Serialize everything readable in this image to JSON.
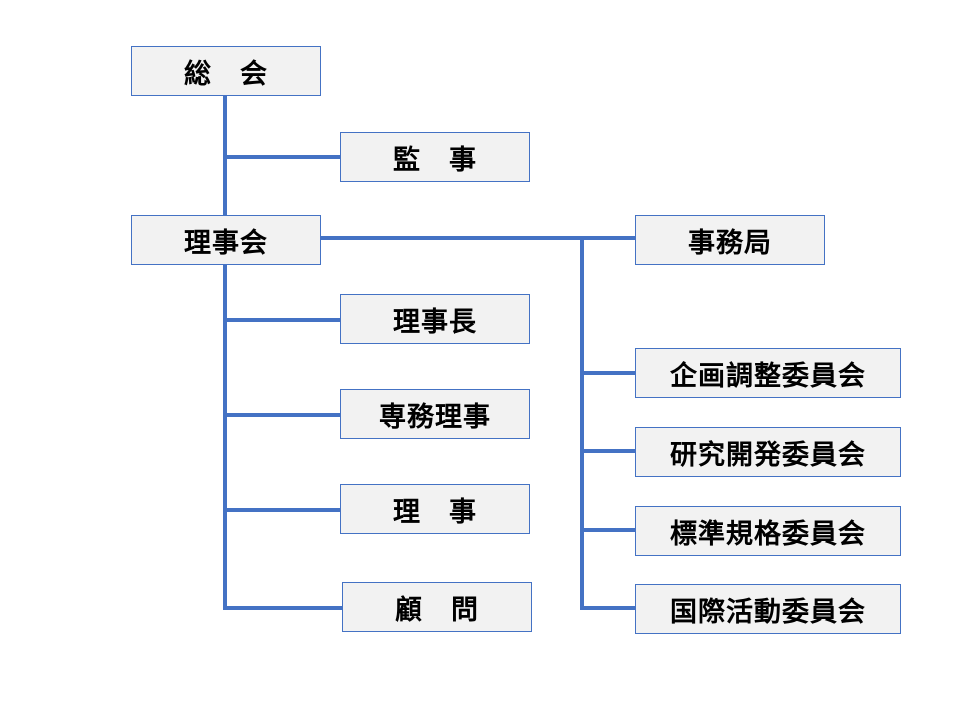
{
  "colors": {
    "line": "#4472c4",
    "box_fill": "#f2f2f2",
    "box_border": "#4472c4",
    "text": "#000000"
  },
  "nodes": {
    "general_assembly": "総　会",
    "auditor": "監　事",
    "board": "理事会",
    "secretariat": "事務局",
    "chairman": "理事長",
    "managing_director": "専務理事",
    "director": "理　事",
    "advisor": "顧　問",
    "planning_committee": "企画調整委員会",
    "rd_committee": "研究開発委員会",
    "standards_committee": "標準規格委員会",
    "international_committee": "国際活動委員会"
  }
}
